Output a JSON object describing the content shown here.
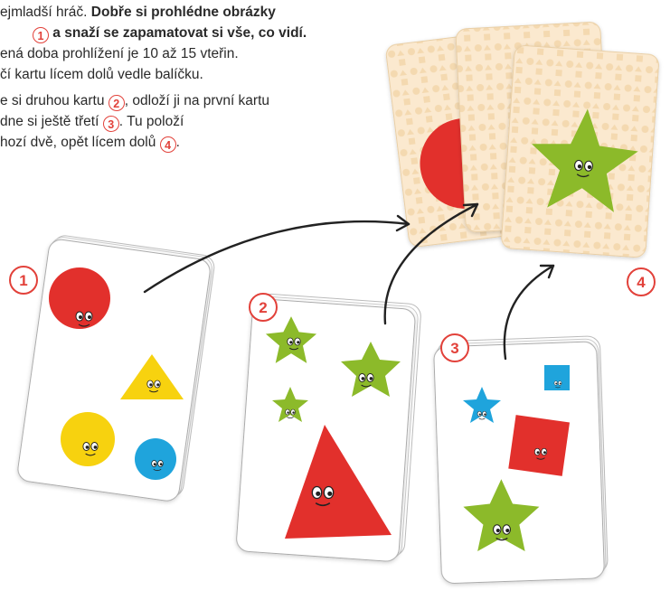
{
  "instructions": {
    "line1_plain": "ejmladší hráč. ",
    "line1_bold": "Dobře si prohlédne obrázky",
    "line2_num": "1",
    "line2_bold": " a snaží se zapamatovat si vše, co vidí.",
    "line3": "ená doba prohlížení je 10 až 15 vteřin.",
    "line4": "čí kartu lícem dolů vedle balíčku.",
    "line5_a": "e si druhou kartu ",
    "line5_num": "2",
    "line5_b": ", odloží ji na první kartu",
    "line6_a": "dne si ještě třetí ",
    "line6_num": "3",
    "line6_b": ". Tu položí",
    "line7_a": "hozí dvě, opět lícem dolů ",
    "line7_num": "4",
    "line7_b": "."
  },
  "step_labels": [
    "1",
    "2",
    "3",
    "4"
  ],
  "colors": {
    "red": "#e2302c",
    "yellow": "#f7d20f",
    "blue": "#1fa4dc",
    "green": "#8cba2a",
    "card_back": "#fbe9cf",
    "accent": "#e2413a"
  }
}
